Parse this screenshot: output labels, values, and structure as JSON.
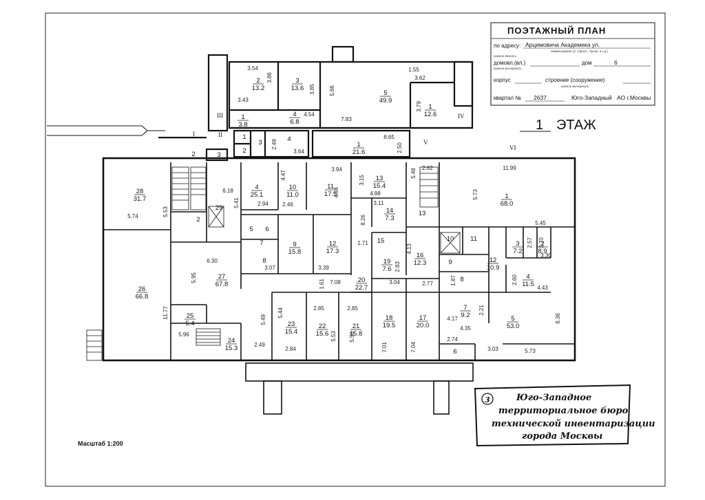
{
  "title_block": {
    "title": "ПОЭТАЖНЫЙ ПЛАН",
    "address_label": "по адресу:",
    "address_value": "Арцимовича Академика ул.",
    "address_hint": "наименование ул. (просп., бульв. и т.д.)",
    "address_hint2": "нужное вписать",
    "house_label": "домовл.(вл.)",
    "house_hint": "нужное вычеркнуть",
    "dom_label": "дом",
    "dom_value": "6",
    "korpus_label": "корпус",
    "building_label": "строение (сооружение)",
    "building_hint": "нужное вычеркнуть",
    "quarter_label": "квартал №",
    "quarter_value": "2637",
    "district_value": "Юго-Западный",
    "city_value": "АО г.Москвы"
  },
  "floor": {
    "number": "1",
    "label": "ЭТАЖ"
  },
  "scale": "Масштаб 1:200",
  "stamp": {
    "number": "3",
    "line1": "Юго-Западное",
    "line2": "территориальное бюро",
    "line3": "технической инвентаризации",
    "line4": "города Москвы"
  },
  "roman_marks": [
    "I",
    "II",
    "III",
    "IV",
    "V",
    "VI"
  ],
  "rooms": [
    {
      "n": "2",
      "a": "13.2"
    },
    {
      "n": "3",
      "a": "13.6"
    },
    {
      "n": "5",
      "a": "49.9"
    },
    {
      "n": "1",
      "a": "12.6"
    },
    {
      "n": "1",
      "a": "3.8"
    },
    {
      "n": "4",
      "a": "6.8"
    },
    {
      "n": "1",
      "a": "21.6"
    },
    {
      "n": "28",
      "a": "31.7"
    },
    {
      "n": "4",
      "a": "25.1"
    },
    {
      "n": "10",
      "a": "11.0"
    },
    {
      "n": "11",
      "a": "17.9"
    },
    {
      "n": "13",
      "a": "15.4"
    },
    {
      "n": "14",
      "a": "7.3"
    },
    {
      "n": "1",
      "a": "68.0"
    },
    {
      "n": "9",
      "a": "15.8"
    },
    {
      "n": "12",
      "a": "17.3"
    },
    {
      "n": "16",
      "a": "12.3"
    },
    {
      "n": "19",
      "a": "7.6"
    },
    {
      "n": "3",
      "a": "7.2"
    },
    {
      "n": "2",
      "a": "8.9"
    },
    {
      "n": "12",
      "a": "10.9"
    },
    {
      "n": "4",
      "a": "11.5"
    },
    {
      "n": "27",
      "a": "67.8"
    },
    {
      "n": "26",
      "a": "66.8"
    },
    {
      "n": "20",
      "a": "22.7"
    },
    {
      "n": "7",
      "a": "9.2"
    },
    {
      "n": "25",
      "a": "5.4"
    },
    {
      "n": "23",
      "a": "15.4"
    },
    {
      "n": "22",
      "a": "15.6"
    },
    {
      "n": "21",
      "a": "15.8"
    },
    {
      "n": "18",
      "a": "19.5"
    },
    {
      "n": "17",
      "a": "20.0"
    },
    {
      "n": "5",
      "a": "53.0"
    },
    {
      "n": "24",
      "a": "15.3"
    }
  ],
  "room_numbers_only": [
    "1",
    "2",
    "3",
    "4",
    "2",
    "3",
    "2",
    "29",
    "5",
    "6",
    "7",
    "8",
    "15",
    "13",
    "10",
    "11",
    "9",
    "8",
    "6"
  ],
  "dimensions": [
    "3.86",
    "3.54",
    "3.85",
    "3.43",
    "5.66",
    "7.83",
    "1.55",
    "3.62",
    "3.79",
    "4.54",
    "2.49",
    "3.64",
    "8.65",
    "2.50",
    "5.41",
    "6.18",
    "2.94",
    "4.47",
    "2.46",
    "3.94",
    "4.54",
    "3.15",
    "4.88",
    "3.11",
    "5.48",
    "2.62",
    "11.99",
    "5.73",
    "5.45",
    "5.53",
    "5.74",
    "8.26",
    "1.71",
    "2.83",
    "4.13",
    "2.57",
    "2.70",
    "3.30",
    "6.30",
    "5.95",
    "3.07",
    "3.39",
    "1.61",
    "7.08",
    "3.04",
    "2.77",
    "1.87",
    "2.60",
    "4.43",
    "2.21",
    "4.17",
    "4.35",
    "8.36",
    "11.77",
    "5.49",
    "5.44",
    "2.85",
    "2.85",
    "5.53",
    "5.56",
    "7.01",
    "7.04",
    "2.74",
    "3.03",
    "5.73",
    "5.96",
    "2.49",
    "2.84"
  ]
}
